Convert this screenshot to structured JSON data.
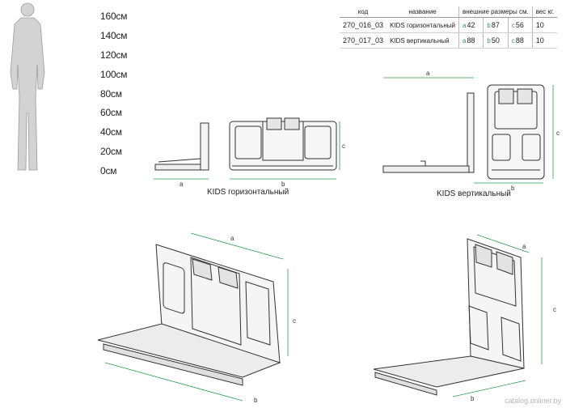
{
  "scale": [
    "160см",
    "140см",
    "120см",
    "100см",
    "80см",
    "60см",
    "40см",
    "20см",
    "0см"
  ],
  "table": {
    "headers": [
      "код",
      "название",
      "внешние размеры см.",
      "вес кг."
    ],
    "rows": [
      {
        "code": "270_016_03",
        "name": "KIDS горизонтальный",
        "a": "42",
        "b": "87",
        "c": "56",
        "weight": "10"
      },
      {
        "code": "270_017_03",
        "name": "KIDS вертикальный",
        "a": "88",
        "b": "50",
        "c": "88",
        "weight": "10"
      }
    ],
    "dim_letters": {
      "a": "a",
      "b": "b",
      "c": "c"
    }
  },
  "captions": {
    "horizontal": "KIDS горизонтальный",
    "vertical": "KIDS вертикальный"
  },
  "dims": {
    "a": "a",
    "b": "b",
    "c": "c"
  },
  "watermark": "catalog.onliner.by",
  "colors": {
    "dimension_line": "#2e9c4e",
    "line": "#333333"
  }
}
